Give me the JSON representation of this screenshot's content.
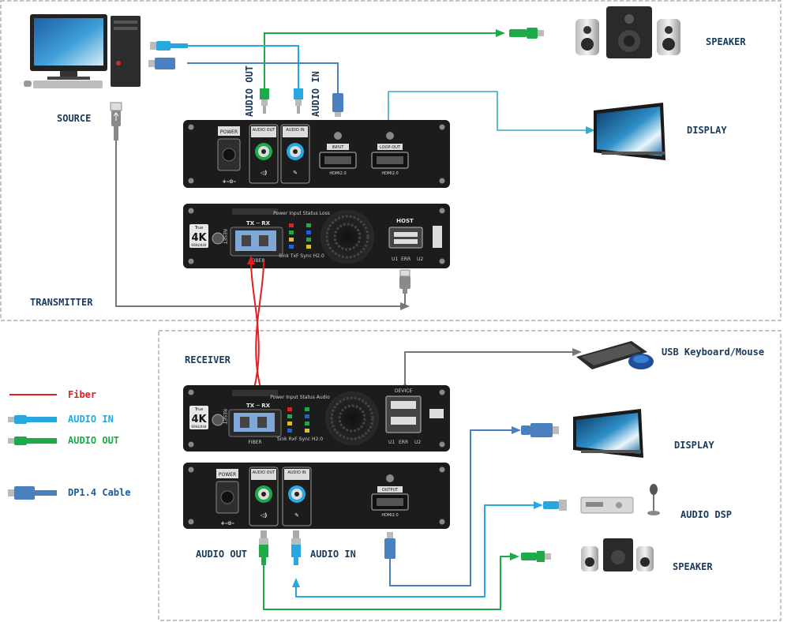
{
  "labels": {
    "source": "SOURCE",
    "transmitter": "TRANSMITTER",
    "receiver": "RECEIVER",
    "speaker_top": "SPEAKER",
    "display_top": "DISPLAY",
    "audio_out_top": "AUDIO OUT",
    "audio_in_top": "AUDIO IN",
    "usb_km": "USB Keyboard/Mouse",
    "display_bottom": "DISPLAY",
    "audio_dsp": "AUDIO DSP",
    "speaker_bottom": "SPEAKER",
    "audio_out_bottom": "AUDIO OUT",
    "audio_in_bottom": "AUDIO IN"
  },
  "legend": {
    "fiber": "Fiber",
    "audio_in": "AUDIO IN",
    "audio_out": "AUDIO OUT",
    "dp_cable": "DP1.4 Cable"
  },
  "panel": {
    "power": "POWER",
    "audio_out": "AUDIO OUT",
    "audio_in": "AUDIO IN",
    "input": "INPUT",
    "loop_out": "LOOP-OUT",
    "hdmi": "HDMI2.0",
    "host": "HOST",
    "device": "DEVICE",
    "output": "OUTPUT",
    "reset": "RESET",
    "txrx": "TX ─ RX",
    "fiber_port": "FIBER",
    "led_head": "Power Input Status Loss",
    "led_head_rx": "Power Input Status Audio",
    "led_foot": "Sink  TxF Sync  H2.0",
    "led_foot_rx": "Sink  RxF Sync  H2.0",
    "u1": "U1",
    "err": "ERR",
    "u2": "U2",
    "true4k": "4K",
    "true_word": "True",
    "hz": "60Hz/444",
    "plus_minus": "+-⊙-"
  },
  "colors": {
    "fiber": "#e02020",
    "audio_in": "#29a8e0",
    "audio_out": "#1faa4a",
    "dp": "#4a7fc0",
    "usb": "#777777",
    "label": "#1a3a5c",
    "panel": "#1c1c1c"
  }
}
